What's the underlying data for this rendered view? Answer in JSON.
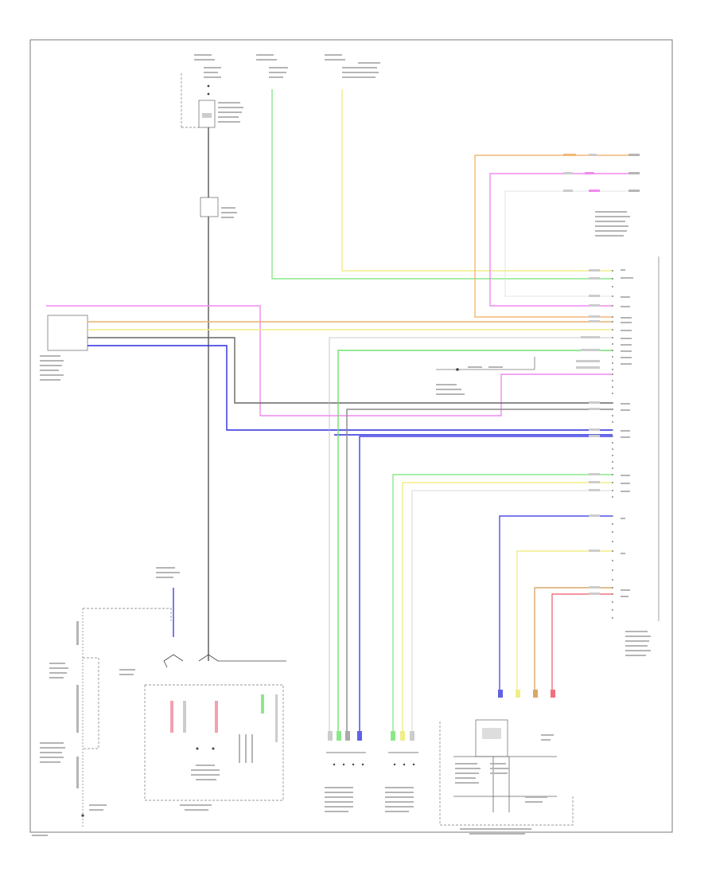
{
  "diagram": {
    "page_number": "",
    "wire_colors": {
      "green": "#7ee07e",
      "yellow": "#f2ef8a",
      "orange": "#f0b070",
      "magenta": "#f080f0",
      "blue": "#3030e0",
      "gray": "#777777",
      "light_gray": "#dddddd",
      "red": "#f07080",
      "tan": "#d8a868",
      "dark": "#444444"
    },
    "components": [
      {
        "id": "fuse-block-top-left",
        "label": ""
      },
      {
        "id": "relay-box",
        "label": ""
      },
      {
        "id": "steering-sensor-left",
        "label": ""
      },
      {
        "id": "right-connector-block",
        "label": ""
      },
      {
        "id": "bottom-left-module",
        "label": ""
      },
      {
        "id": "bottom-center-module",
        "label": ""
      },
      {
        "id": "bottom-sensor-1",
        "label": ""
      },
      {
        "id": "bottom-sensor-2",
        "label": ""
      },
      {
        "id": "bottom-right-module",
        "label": ""
      }
    ]
  }
}
